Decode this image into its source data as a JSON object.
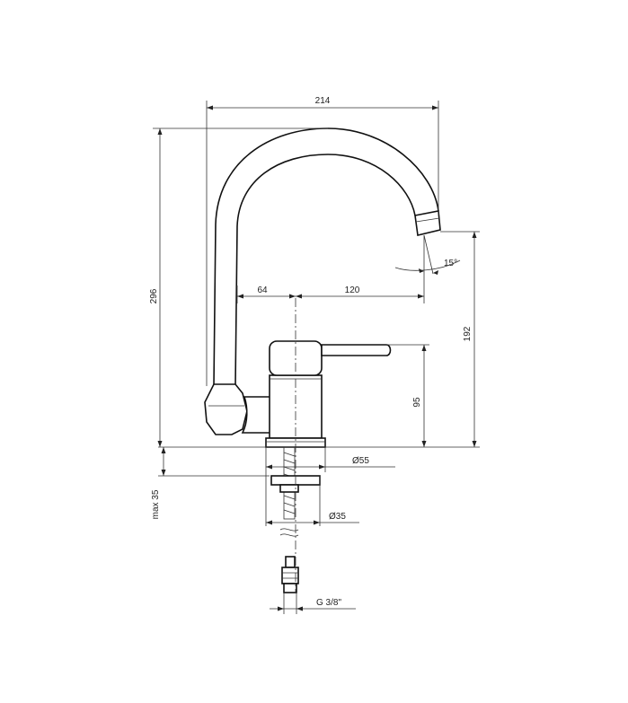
{
  "drawing": {
    "dim_width_total": "214",
    "dim_height_total": "296",
    "dim_offset_left": "64",
    "dim_offset_right": "120",
    "dim_angle": "15°",
    "dim_spout_height": "192",
    "dim_body_height": "95",
    "dim_base_diameter": "Ø55",
    "dim_max_deck": "max 35",
    "dim_hole_diameter": "Ø35",
    "dim_thread": "G 3/8\""
  }
}
